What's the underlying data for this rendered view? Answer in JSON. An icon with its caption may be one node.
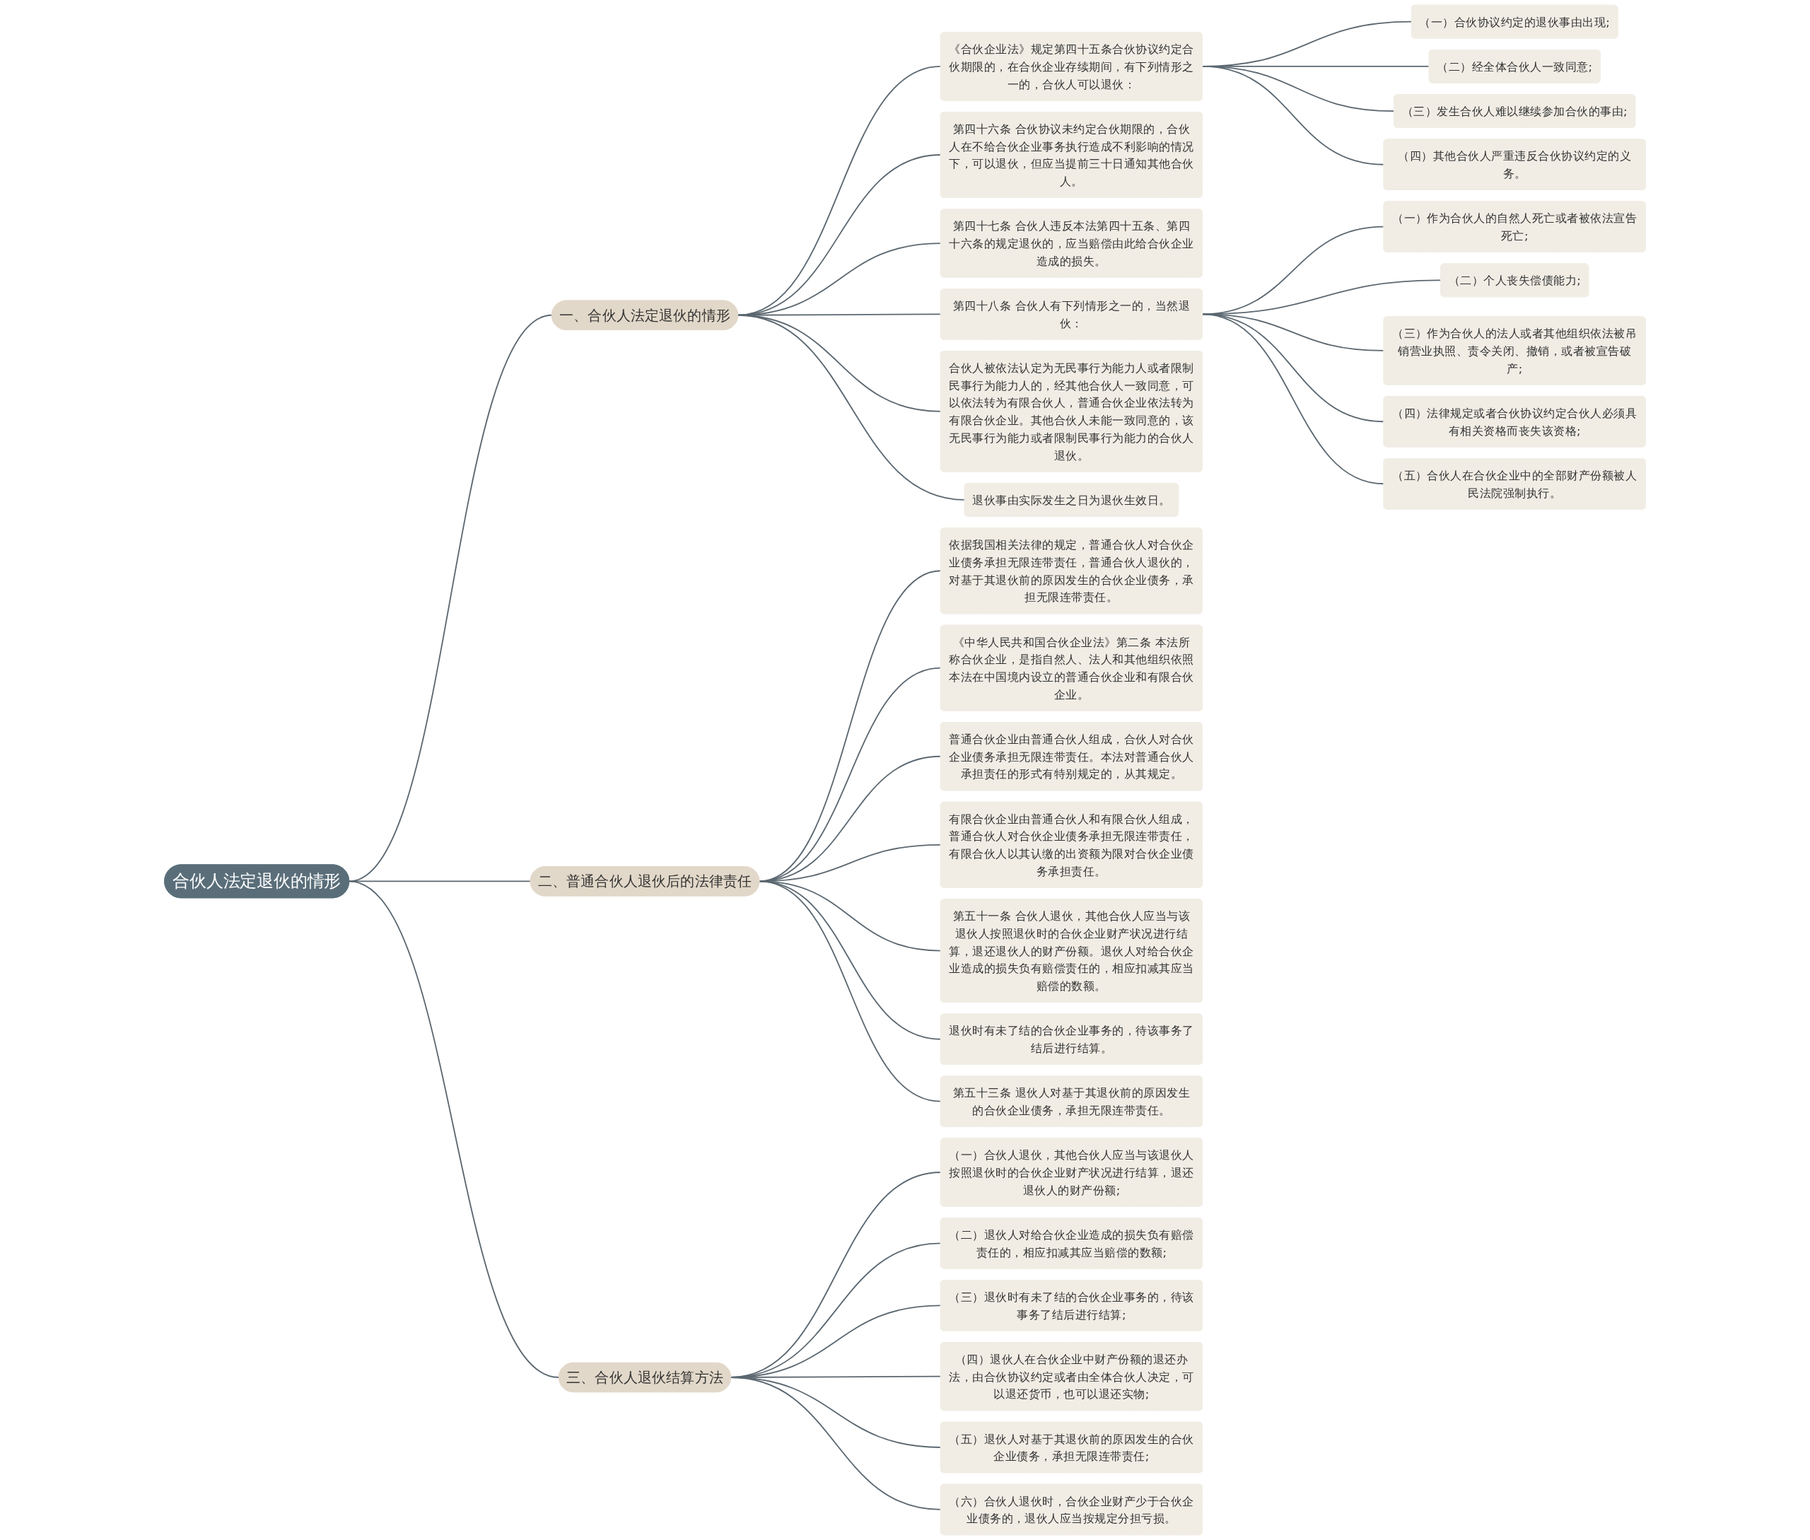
{
  "diagram": {
    "nodes": [
      {
        "text": [
          "合伙人法定退伙的情形"
        ]
      },
      {
        "text": [
          "一、合伙人法定退伙的情形"
        ]
      },
      {
        "text": [
          "《合伙企业法》规定第四十五条合伙协议约定合伙期限的，在合伙企业存续期间，有下列情形之一的，合伙人可以退伙："
        ]
      },
      {
        "text": [
          "（一）合伙协议约定的退伙事由出现;"
        ]
      },
      {
        "text": [
          "（二）经全体合伙人一致同意;"
        ]
      },
      {
        "text": [
          "（三）发生合伙人难以继续参加合伙的事由;"
        ]
      },
      {
        "text": [
          "（四）其他合伙人严重违反合伙协议约定的义务。"
        ]
      },
      {
        "text": [
          "第四十六条 合伙协议未约定合伙期限的，合伙人在不给合伙企业事务执行造成不利影响的情况下，可以退伙，但应当提前三十日通知其他合伙人。"
        ]
      },
      {
        "text": [
          "第四十七条 合伙人违反本法第四十五条、第四十六条的规定退伙的，应当赔偿由此给合伙企业造成的损失。"
        ]
      },
      {
        "text": [
          "第四十八条 合伙人有下列情形之一的，当然退伙："
        ]
      },
      {
        "text": [
          "（一）作为合伙人的自然人死亡或者被依法宣告死亡;"
        ]
      },
      {
        "text": [
          "（二）个人丧失偿债能力;"
        ]
      },
      {
        "text": [
          "（三）作为合伙人的法人或者其他组织依法被吊销营业执照、责令关闭、撤销，或者被宣告破产;"
        ]
      },
      {
        "text": [
          "（四）法律规定或者合伙协议约定合伙人必须具有相关资格而丧失该资格;"
        ]
      },
      {
        "text": [
          "（五）合伙人在合伙企业中的全部财产份额被人民法院强制执行。"
        ]
      },
      {
        "text": [
          "合伙人被依法认定为无民事行为能力人或者限制民事行为能力人的，经其他合伙人一致同意，可以依法转为有限合伙人，普通合伙企业依法转为有限合伙企业。其他合伙人未能一致同意的，该无民事行为能力或者限制民事行为能力的合伙人退伙。"
        ]
      },
      {
        "text": [
          "退伙事由实际发生之日为退伙生效日。"
        ]
      },
      {
        "text": [
          "二、普通合伙人退伙后的法律责任"
        ]
      },
      {
        "text": [
          "依据我国相关法律的规定，普通合伙人对合伙企业债务承担无限连带责任，普通合伙人退伙的，对基于其退伙前的原因发生的合伙企业债务，承担无限连带责任。"
        ]
      },
      {
        "text": [
          "《中华人民共和国合伙企业法》第二条 本法所称合伙企业，是指自然人、法人和其他组织依照本法在中国境内设立的普通合伙企业和有限合伙企业。"
        ]
      },
      {
        "text": [
          "普通合伙企业由普通合伙人组成，合伙人对合伙企业债务承担无限连带责任。本法对普通合伙人承担责任的形式有特别规定的，从其规定。"
        ]
      },
      {
        "text": [
          "有限合伙企业由普通合伙人和有限合伙人组成，普通合伙人对合伙企业债务承担无限连带责任，有限合伙人以其认缴的出资额为限对合伙企业债务承担责任。"
        ]
      },
      {
        "text": [
          "第五十一条 合伙人退伙，其他合伙人应当与该退伙人按照退伙时的合伙企业财产状况进行结算，退还退伙人的财产份额。退伙人对给合伙企业造成的损失负有赔偿责任的，相应扣减其应当赔偿的数额。"
        ]
      },
      {
        "text": [
          "退伙时有未了结的合伙企业事务的，待该事务了结后进行结算。"
        ]
      },
      {
        "text": [
          "第五十三条 退伙人对基于其退伙前的原因发生的合伙企业债务，承担无限连带责任。"
        ]
      },
      {
        "text": [
          "三、合伙人退伙结算方法"
        ]
      },
      {
        "text": [
          "（一）合伙人退伙，其他合伙人应当与该退伙人按照退伙时的合伙企业财产状况进行结算，退还退伙人的财产份额;"
        ]
      },
      {
        "text": [
          "（二）退伙人对给合伙企业造成的损失负有赔偿责任的，相应扣减其应当赔偿的数额;"
        ]
      },
      {
        "text": [
          "（三）退伙时有未了结的合伙企业事务的，待该事务了结后进行结算;"
        ]
      },
      {
        "text": [
          "（四）退伙人在合伙企业中财产份额的退还办法，由合伙协议约定或者由全体合伙人决定，可以退还货币，也可以退还实物;"
        ]
      },
      {
        "text": [
          "（五）退伙人对基于其退伙前的原因发生的合伙企业债务，承担无限连带责任;"
        ]
      },
      {
        "text": [
          "（六）合伙人退伙时，合伙企业财产少于合伙企业债务的，退伙人应当按规定分担亏损。"
        ]
      }
    ],
    "edges": [
      {
        "from": 0,
        "to": 1,
        "arrow": "none"
      },
      {
        "from": 1,
        "to": 2,
        "arrow": "none"
      },
      {
        "from": 2,
        "to": 3,
        "arrow": "none"
      },
      {
        "from": 2,
        "to": 4,
        "arrow": "none"
      },
      {
        "from": 2,
        "to": 5,
        "arrow": "none"
      },
      {
        "from": 2,
        "to": 6,
        "arrow": "none"
      },
      {
        "from": 1,
        "to": 7,
        "arrow": "none"
      },
      {
        "from": 1,
        "to": 8,
        "arrow": "none"
      },
      {
        "from": 1,
        "to": 9,
        "arrow": "none"
      },
      {
        "from": 9,
        "to": 10,
        "arrow": "none"
      },
      {
        "from": 9,
        "to": 11,
        "arrow": "none"
      },
      {
        "from": 9,
        "to": 12,
        "arrow": "none"
      },
      {
        "from": 9,
        "to": 13,
        "arrow": "none"
      },
      {
        "from": 9,
        "to": 14,
        "arrow": "none"
      },
      {
        "from": 1,
        "to": 15,
        "arrow": "none"
      },
      {
        "from": 1,
        "to": 16,
        "arrow": "none"
      },
      {
        "from": 0,
        "to": 17,
        "arrow": "none"
      },
      {
        "from": 17,
        "to": 18,
        "arrow": "none"
      },
      {
        "from": 17,
        "to": 19,
        "arrow": "none"
      },
      {
        "from": 17,
        "to": 20,
        "arrow": "none"
      },
      {
        "from": 17,
        "to": 21,
        "arrow": "none"
      },
      {
        "from": 17,
        "to": 22,
        "arrow": "none"
      },
      {
        "from": 17,
        "to": 23,
        "arrow": "none"
      },
      {
        "from": 17,
        "to": 24,
        "arrow": "none"
      },
      {
        "from": 0,
        "to": 25,
        "arrow": "none"
      },
      {
        "from": 25,
        "to": 26,
        "arrow": "none"
      },
      {
        "from": 25,
        "to": 27,
        "arrow": "none"
      },
      {
        "from": 25,
        "to": 28,
        "arrow": "none"
      },
      {
        "from": 25,
        "to": 29,
        "arrow": "none"
      },
      {
        "from": 25,
        "to": 30,
        "arrow": "none"
      },
      {
        "from": 25,
        "to": 31,
        "arrow": "none"
      }
    ]
  }
}
